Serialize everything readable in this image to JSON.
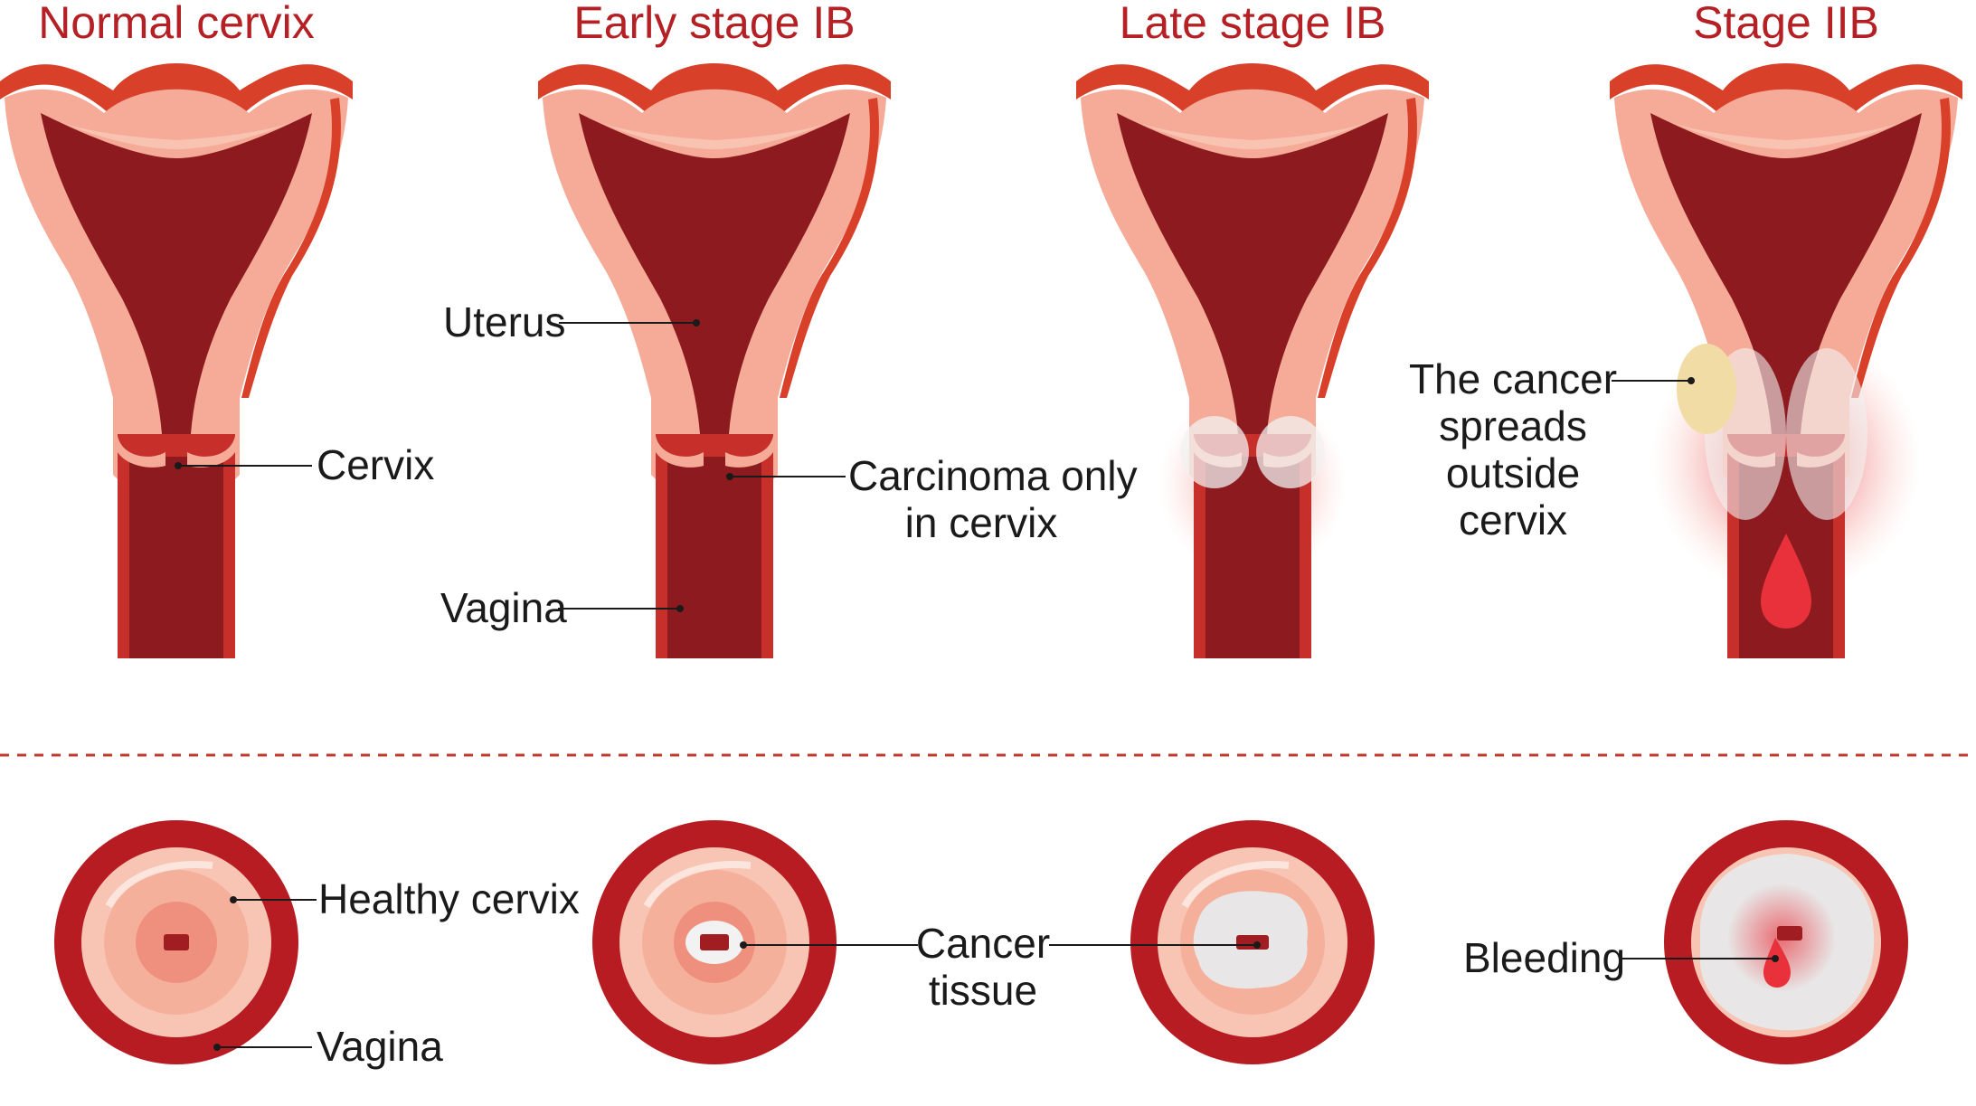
{
  "titles": {
    "normal": "Normal cervix",
    "early": "Early stage IB",
    "late": "Late stage IB",
    "stage2": "Stage IIB"
  },
  "labels": {
    "cervix": "Cervix",
    "uterus": "Uterus",
    "vagina": "Vagina",
    "carcinoma_line1": "Carcinoma only",
    "carcinoma_line2": "in cervix",
    "spread_line1": "The cancer",
    "spread_line2": "spreads",
    "spread_line3": "outside",
    "spread_line4": "cervix",
    "healthy_cervix": "Healthy cervix",
    "vagina_bottom": "Vagina",
    "cancer_line1": "Cancer",
    "cancer_line2": "tissue",
    "bleeding": "Bleeding"
  },
  "colors": {
    "title_red": "#b52025",
    "dark_red": "#8c1a1f",
    "orange_red": "#d9402a",
    "pink": "#f5ab98",
    "light_pink": "#f8c5b4",
    "ring_red": "#b71c22",
    "tumor_red": "#e8313a",
    "cancer_tissue": "#e8e6e6",
    "divider": "#c0392b"
  }
}
